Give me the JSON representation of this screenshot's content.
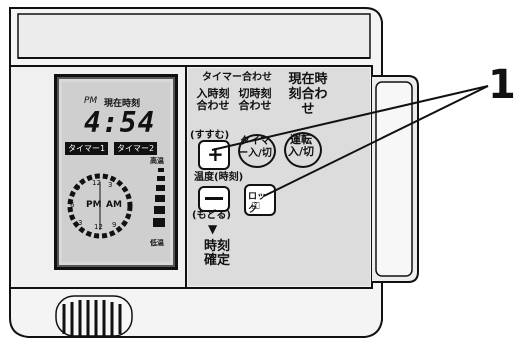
{
  "display": {
    "ampm_top": "PM",
    "current_time_label": "現在時刻",
    "time": "4:54",
    "timer1": "タイマー1",
    "timer2": "タイマー2",
    "dial_left": "PM",
    "dial_right": "AM",
    "dial_numbers": [
      "9",
      "12",
      "3",
      "6",
      "6",
      "3",
      "12",
      "9"
    ],
    "level_high": "高温",
    "level_low": "低温"
  },
  "controls": {
    "timer_setting_header": "タイマー合わせ",
    "on_time_set": "入時刻合わせ",
    "off_time_set": "切時刻合わせ",
    "current_time_set": "現在時刻合わせ",
    "forward_label": "(すすむ)",
    "temp_time_label": "温度(時刻)",
    "back_label": "(もどる)",
    "timer_on_off": "タイマー入/切",
    "operation_on_off": "運転入/切",
    "lock_label": "ロック",
    "time_confirm": "時刻確定"
  },
  "callout": {
    "number": "1"
  }
}
